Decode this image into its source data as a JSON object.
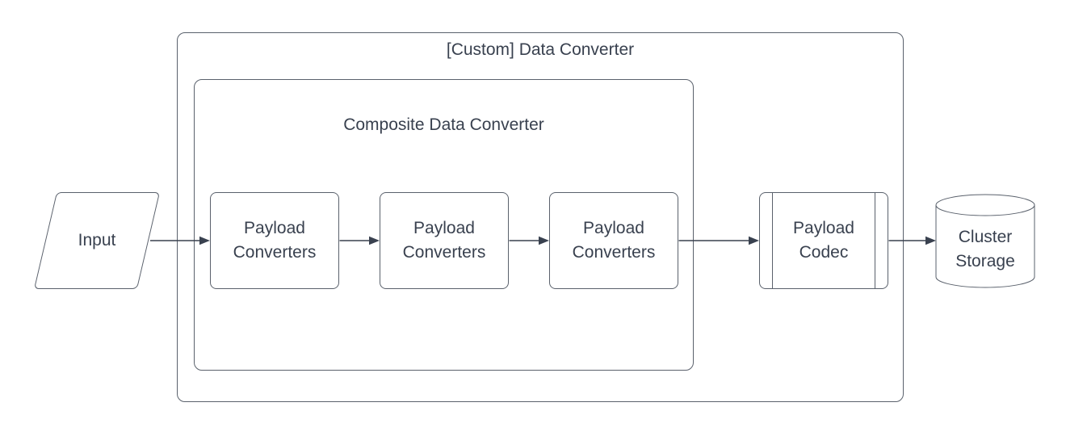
{
  "diagram": {
    "type": "flowchart",
    "outer_container": {
      "label": "[Custom] Data Converter",
      "shape": "rounded-container"
    },
    "inner_container": {
      "label": "Composite Data Converter",
      "shape": "rounded-container"
    },
    "nodes": {
      "input": {
        "label": "Input",
        "shape": "parallelogram"
      },
      "payload_converters": [
        {
          "label": "Payload Converters",
          "shape": "rounded-rectangle"
        },
        {
          "label": "Payload Converters",
          "shape": "rounded-rectangle"
        },
        {
          "label": "Payload Converters",
          "shape": "rounded-rectangle"
        }
      ],
      "payload_codec": {
        "label": "Payload Codec",
        "shape": "predefined-process"
      },
      "cluster_storage": {
        "label": "Cluster Storage",
        "shape": "cylinder"
      }
    },
    "edges": [
      {
        "from": "input",
        "to": "payload_converters_1"
      },
      {
        "from": "payload_converters_1",
        "to": "payload_converters_2"
      },
      {
        "from": "payload_converters_2",
        "to": "payload_converters_3"
      },
      {
        "from": "payload_converters_3",
        "to": "payload_codec"
      },
      {
        "from": "payload_codec",
        "to": "cluster_storage"
      }
    ],
    "colors": {
      "background": "#ffffff",
      "shape_stroke": "#5a616c",
      "text": "#39414f",
      "arrow": "#39414f"
    }
  }
}
